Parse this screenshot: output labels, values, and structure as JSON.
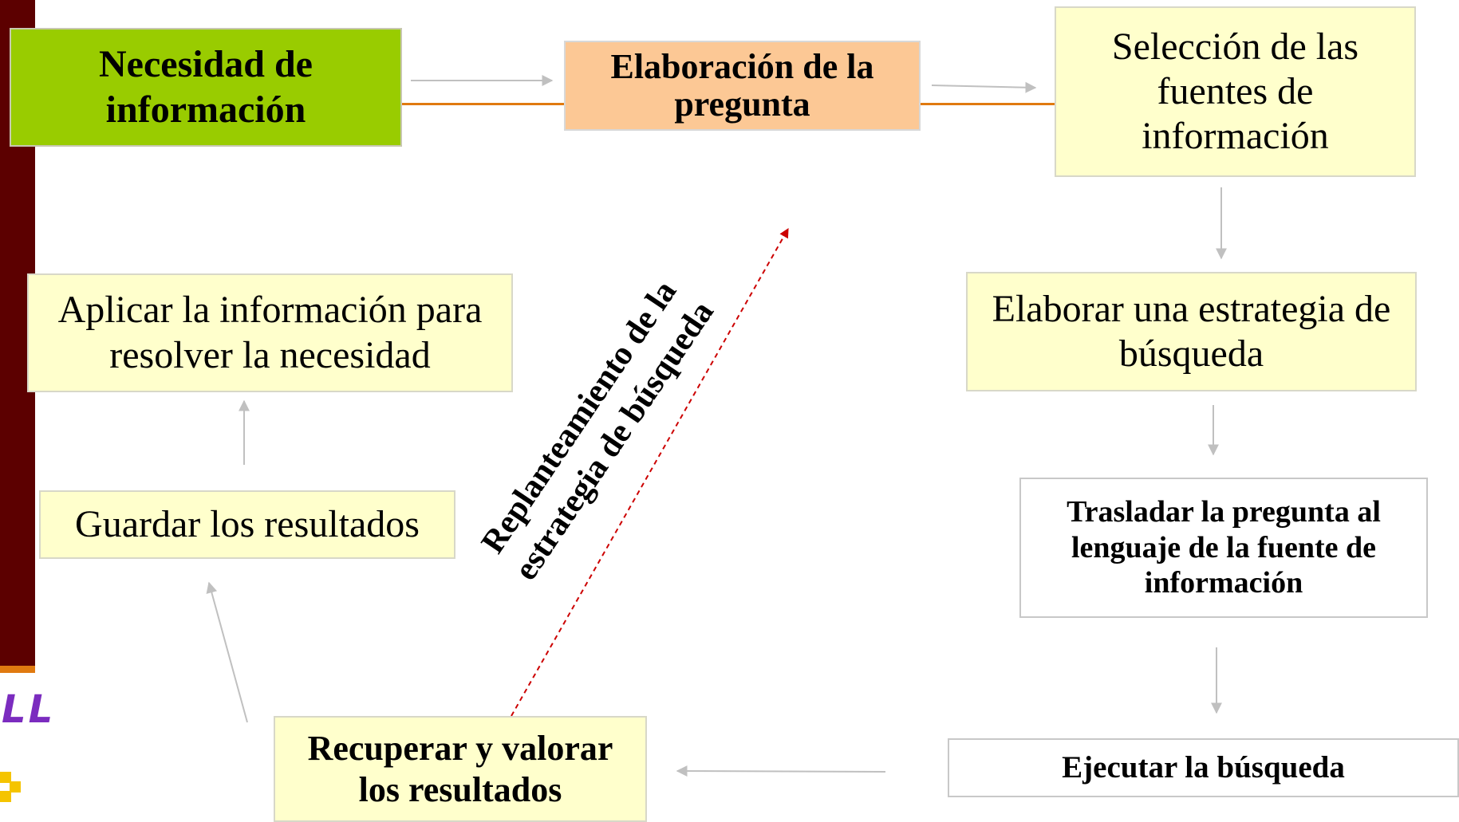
{
  "diagram": {
    "nodes": {
      "necesidad": "Necesidad de información",
      "elaboracion_pregunta": "Elaboración de la pregunta",
      "seleccion_fuentes": "Selección de las fuentes de información",
      "elaborar_estrategia": "Elaborar una estrategia de búsqueda",
      "trasladar_pregunta": "Trasladar la pregunta al lenguaje de la fuente de información",
      "ejecutar_busqueda": "Ejecutar la búsqueda",
      "recuperar_valorar": "Recuperar y valorar los resultados",
      "guardar_resultados": "Guardar los resultados",
      "aplicar_informacion": "Aplicar la información para resolver la necesidad"
    },
    "feedback_label": "Replanteamiento de la estrategia de búsqueda",
    "colors": {
      "sidebar": "#5c0000",
      "accent_line": "#e07a10",
      "node_yellow": "#ffffcc",
      "node_green": "#99cc00",
      "node_peach": "#fcc895",
      "arrow": "#c0c0c0",
      "feedback_arrow": "#cc0000",
      "logo_purple": "#7b2cbf",
      "logo_yellow": "#f5c400"
    }
  },
  "logo": {
    "text": "LL"
  }
}
